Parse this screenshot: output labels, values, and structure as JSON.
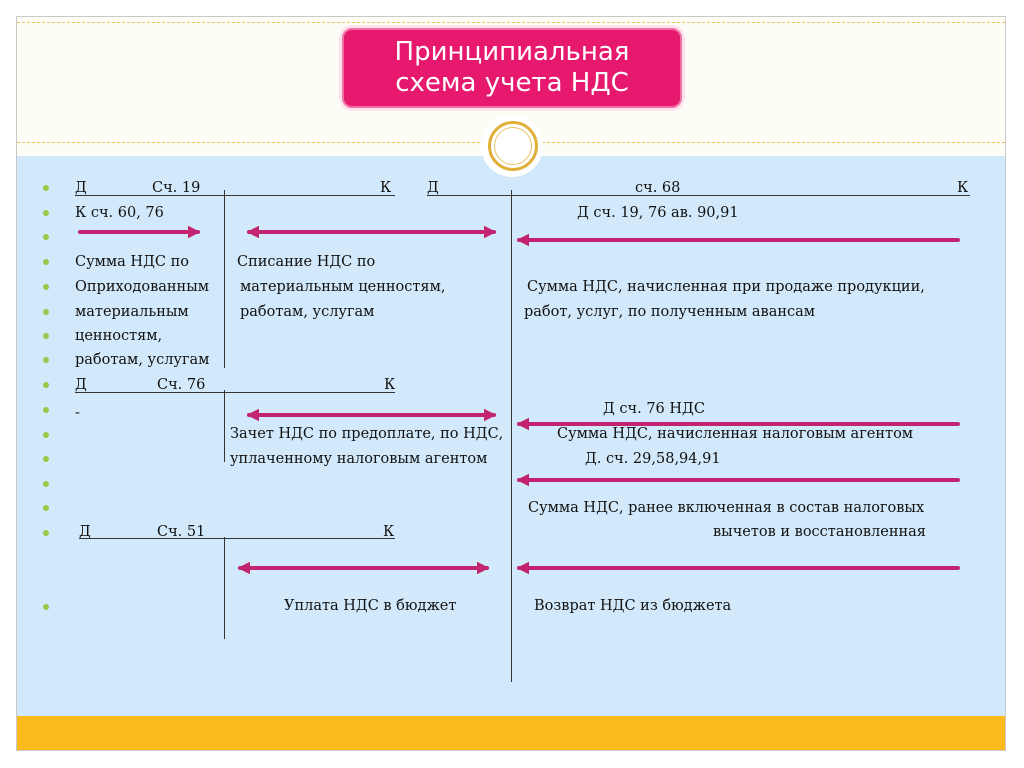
{
  "title": "Принципиальная схема учета НДС",
  "labels": {
    "d": "Д",
    "k": "К",
    "acc19": "Сч. 19",
    "acc68": "сч. 68",
    "acc76": "Сч. 76",
    "acc51": "Сч. 51"
  },
  "texts": {
    "k_sch_60_76": "К сч. 60, 76",
    "d_sch_19_76": "Д сч. 19, 76 ав. 90,91",
    "summa_nds_po": "Сумма НДС по",
    "oprihodovannym": "Оприходованным",
    "materialnym": "материальным",
    "tsennostyam": "ценностям,",
    "rabotam_uslugam": "работам, услугам",
    "spisanie_1": "Списание НДС по",
    "spisanie_2": "материальным ценностям,",
    "spisanie_3": "работам, услугам",
    "nachisl_1": "Сумма НДС, начисленная при продаже продукции,",
    "nachisl_2": "работ, услуг, по полученным авансам",
    "dash": "-",
    "d_sch_76_nds": "Д сч. 76 НДС",
    "zachet_1": "Зачет НДС по предоплате, по НДС,",
    "zachet_2": "уплаченному налоговым агентом",
    "agent": "Сумма НДС, начисленная налоговым агентом",
    "d_sch_29": "Д. сч. 29,58,94,91",
    "vklyuch_1": "Сумма НДС, ранее включенная в состав налоговых",
    "vklyuch_2": "вычетов и восстановленная",
    "uplata": "Уплата НДС в бюджет",
    "vozvrat": "Возврат НДС из бюджета"
  },
  "colors": {
    "title_bg": "#e6196f",
    "arrow": "#c2246f",
    "content_bg": "#d2e9fb",
    "footer": "#fbb91b",
    "bullet": "#94c94a"
  }
}
